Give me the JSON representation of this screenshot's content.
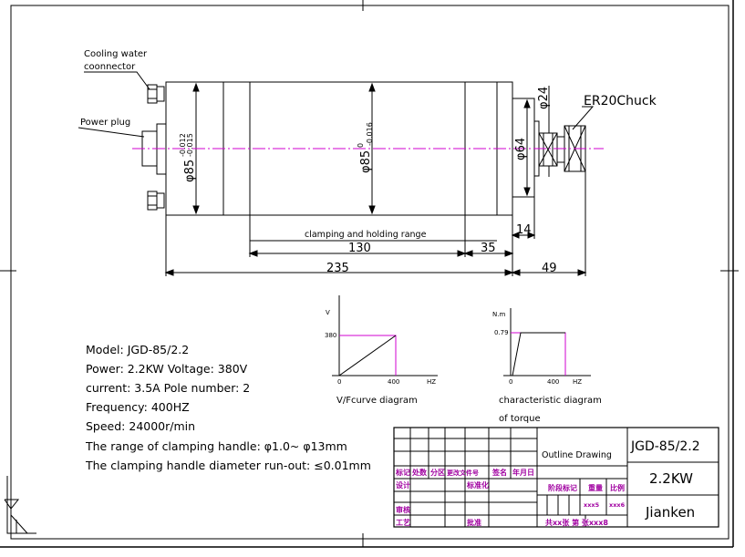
{
  "labels": {
    "cooling_water_1": "Cooling water",
    "cooling_water_2": "coonnector",
    "power_plug": "Power plug",
    "chuck": "ER20Chuck",
    "clamp_range": "clamping and holding range"
  },
  "dimensions": {
    "dia_housing": "φ85",
    "tol_housing_top": "-0.012",
    "tol_housing_bot": "-0.015",
    "dia_body": "φ85",
    "tol_body_sup": "0",
    "tol_body_sub": "-0.016",
    "dia_neck": "φ64",
    "dia_nose": "φ24",
    "len_clamp": "130",
    "len_35": "35",
    "len_14": "14",
    "len_total": "235",
    "len_chuck": "49"
  },
  "specs": {
    "model": "Model: JGD-85/2.2",
    "power": "Power: 2.2KW   Voltage: 380V",
    "current": "current: 3.5A   Pole number: 2",
    "frequency": "Frequency: 400HZ",
    "speed": "Speed: 24000r/min",
    "clamping_range": "The range of clamping handle: φ1.0~ φ13mm",
    "runout": "The clamping handle diameter run-out: ≤0.01mm"
  },
  "vf_chart": {
    "y_axis": "V",
    "x_axis": "HZ",
    "y_value": "380",
    "x_value": "400",
    "origin": "0",
    "caption": "V/Fcurve diagram"
  },
  "torque_chart": {
    "y_axis": "N.m",
    "y_value": "0.79",
    "origin": "0",
    "x_value": "400",
    "x_axis": "HZ",
    "caption_1": "characteristic diagram",
    "caption_2": "of torque"
  },
  "title_block": {
    "drawing_type": "Outline Drawing",
    "model": "JGD-85/2.2",
    "power": "2.2KW",
    "company": "Jianken",
    "r1_c1": "标记",
    "r1_c2": "处数",
    "r1_c3": "分区",
    "r1_c4": "更改文件号",
    "r1_c5": "签名",
    "r1_c6": "年月日",
    "r2_c1": "设计",
    "r2_c2": "标准化",
    "r2_c3": "阶段标记",
    "r2_c4": "重量",
    "r2_c5": "比例",
    "r3_c1": "审核",
    "r4_c1": "工艺",
    "r4_c2": "批准",
    "weight": "xxx5",
    "scale": "xxx6",
    "sheets": "共xx张 第 张xxx8"
  }
}
